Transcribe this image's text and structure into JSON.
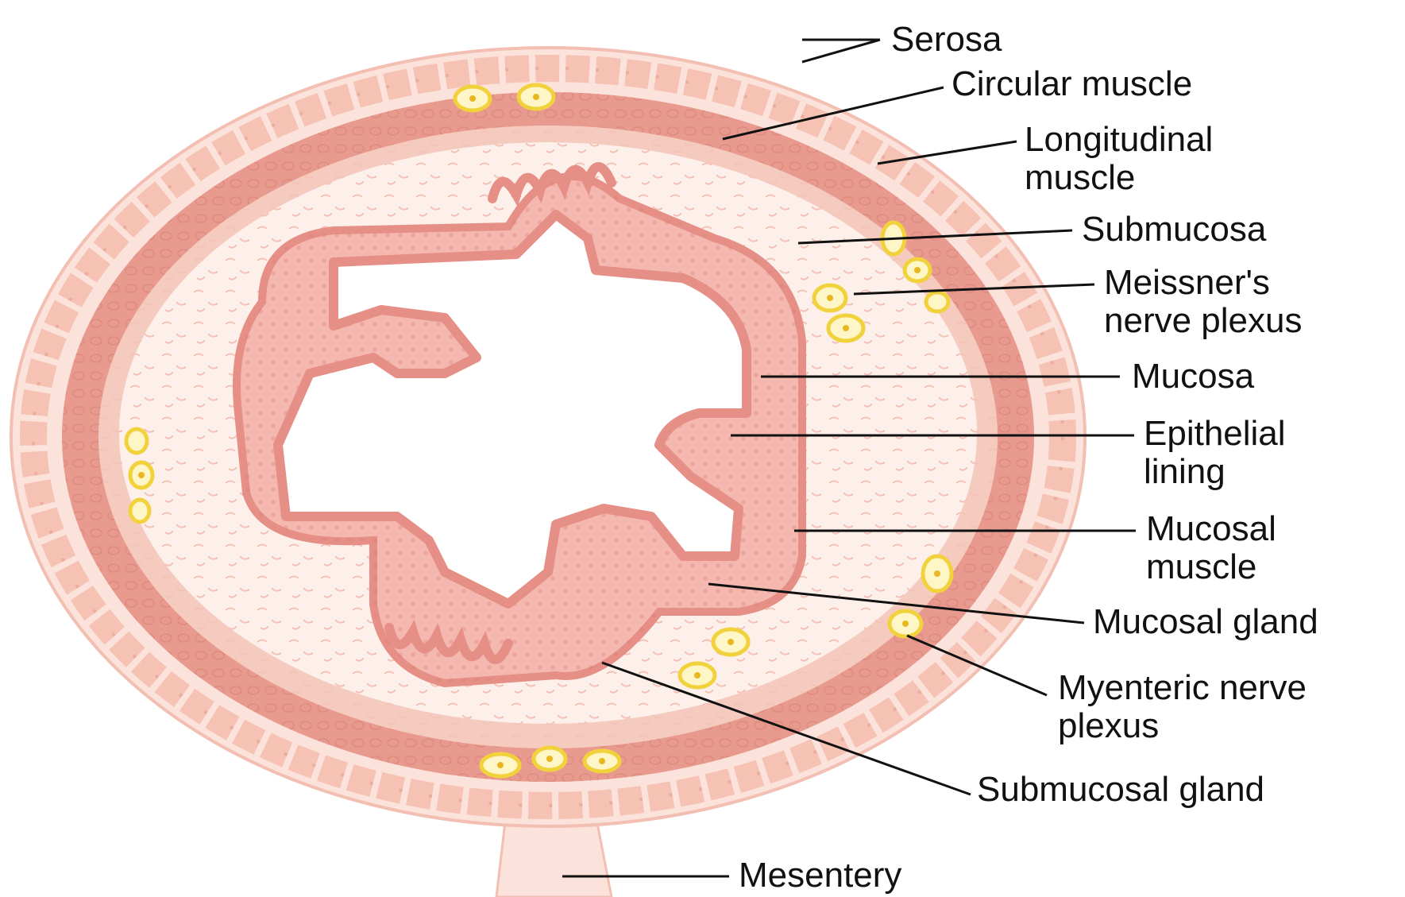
{
  "labels": {
    "serosa": "Serosa",
    "circular_muscle": "Circular muscle",
    "longitudinal_muscle_1": "Longitudinal",
    "longitudinal_muscle_2": "muscle",
    "submucosa": "Submucosa",
    "meissners_1": "Meissner's",
    "meissners_2": "nerve plexus",
    "mucosa": "Mucosa",
    "epithelial_1": "Epithelial",
    "epithelial_2": "lining",
    "mucosal_muscle_1": "Mucosal",
    "mucosal_muscle_2": "muscle",
    "mucosal_gland": "Mucosal gland",
    "myenteric_1": "Myenteric nerve",
    "myenteric_2": "plexus",
    "submucosal_gland": "Submucosal gland",
    "mesentery": "Mesentery"
  },
  "colors": {
    "serosa_fill": "#fbe2da",
    "serosa_cell": "#f6c2b4",
    "longitudinal_muscle": "#e99a8e",
    "circular_muscle": "#f5cbbf",
    "submucosa": "#fdf0ea",
    "mucosa": "#f4b8b0",
    "epithelium": "#e58f86",
    "nerve_plexus": "#f2d23c",
    "label_text": "#111111"
  }
}
